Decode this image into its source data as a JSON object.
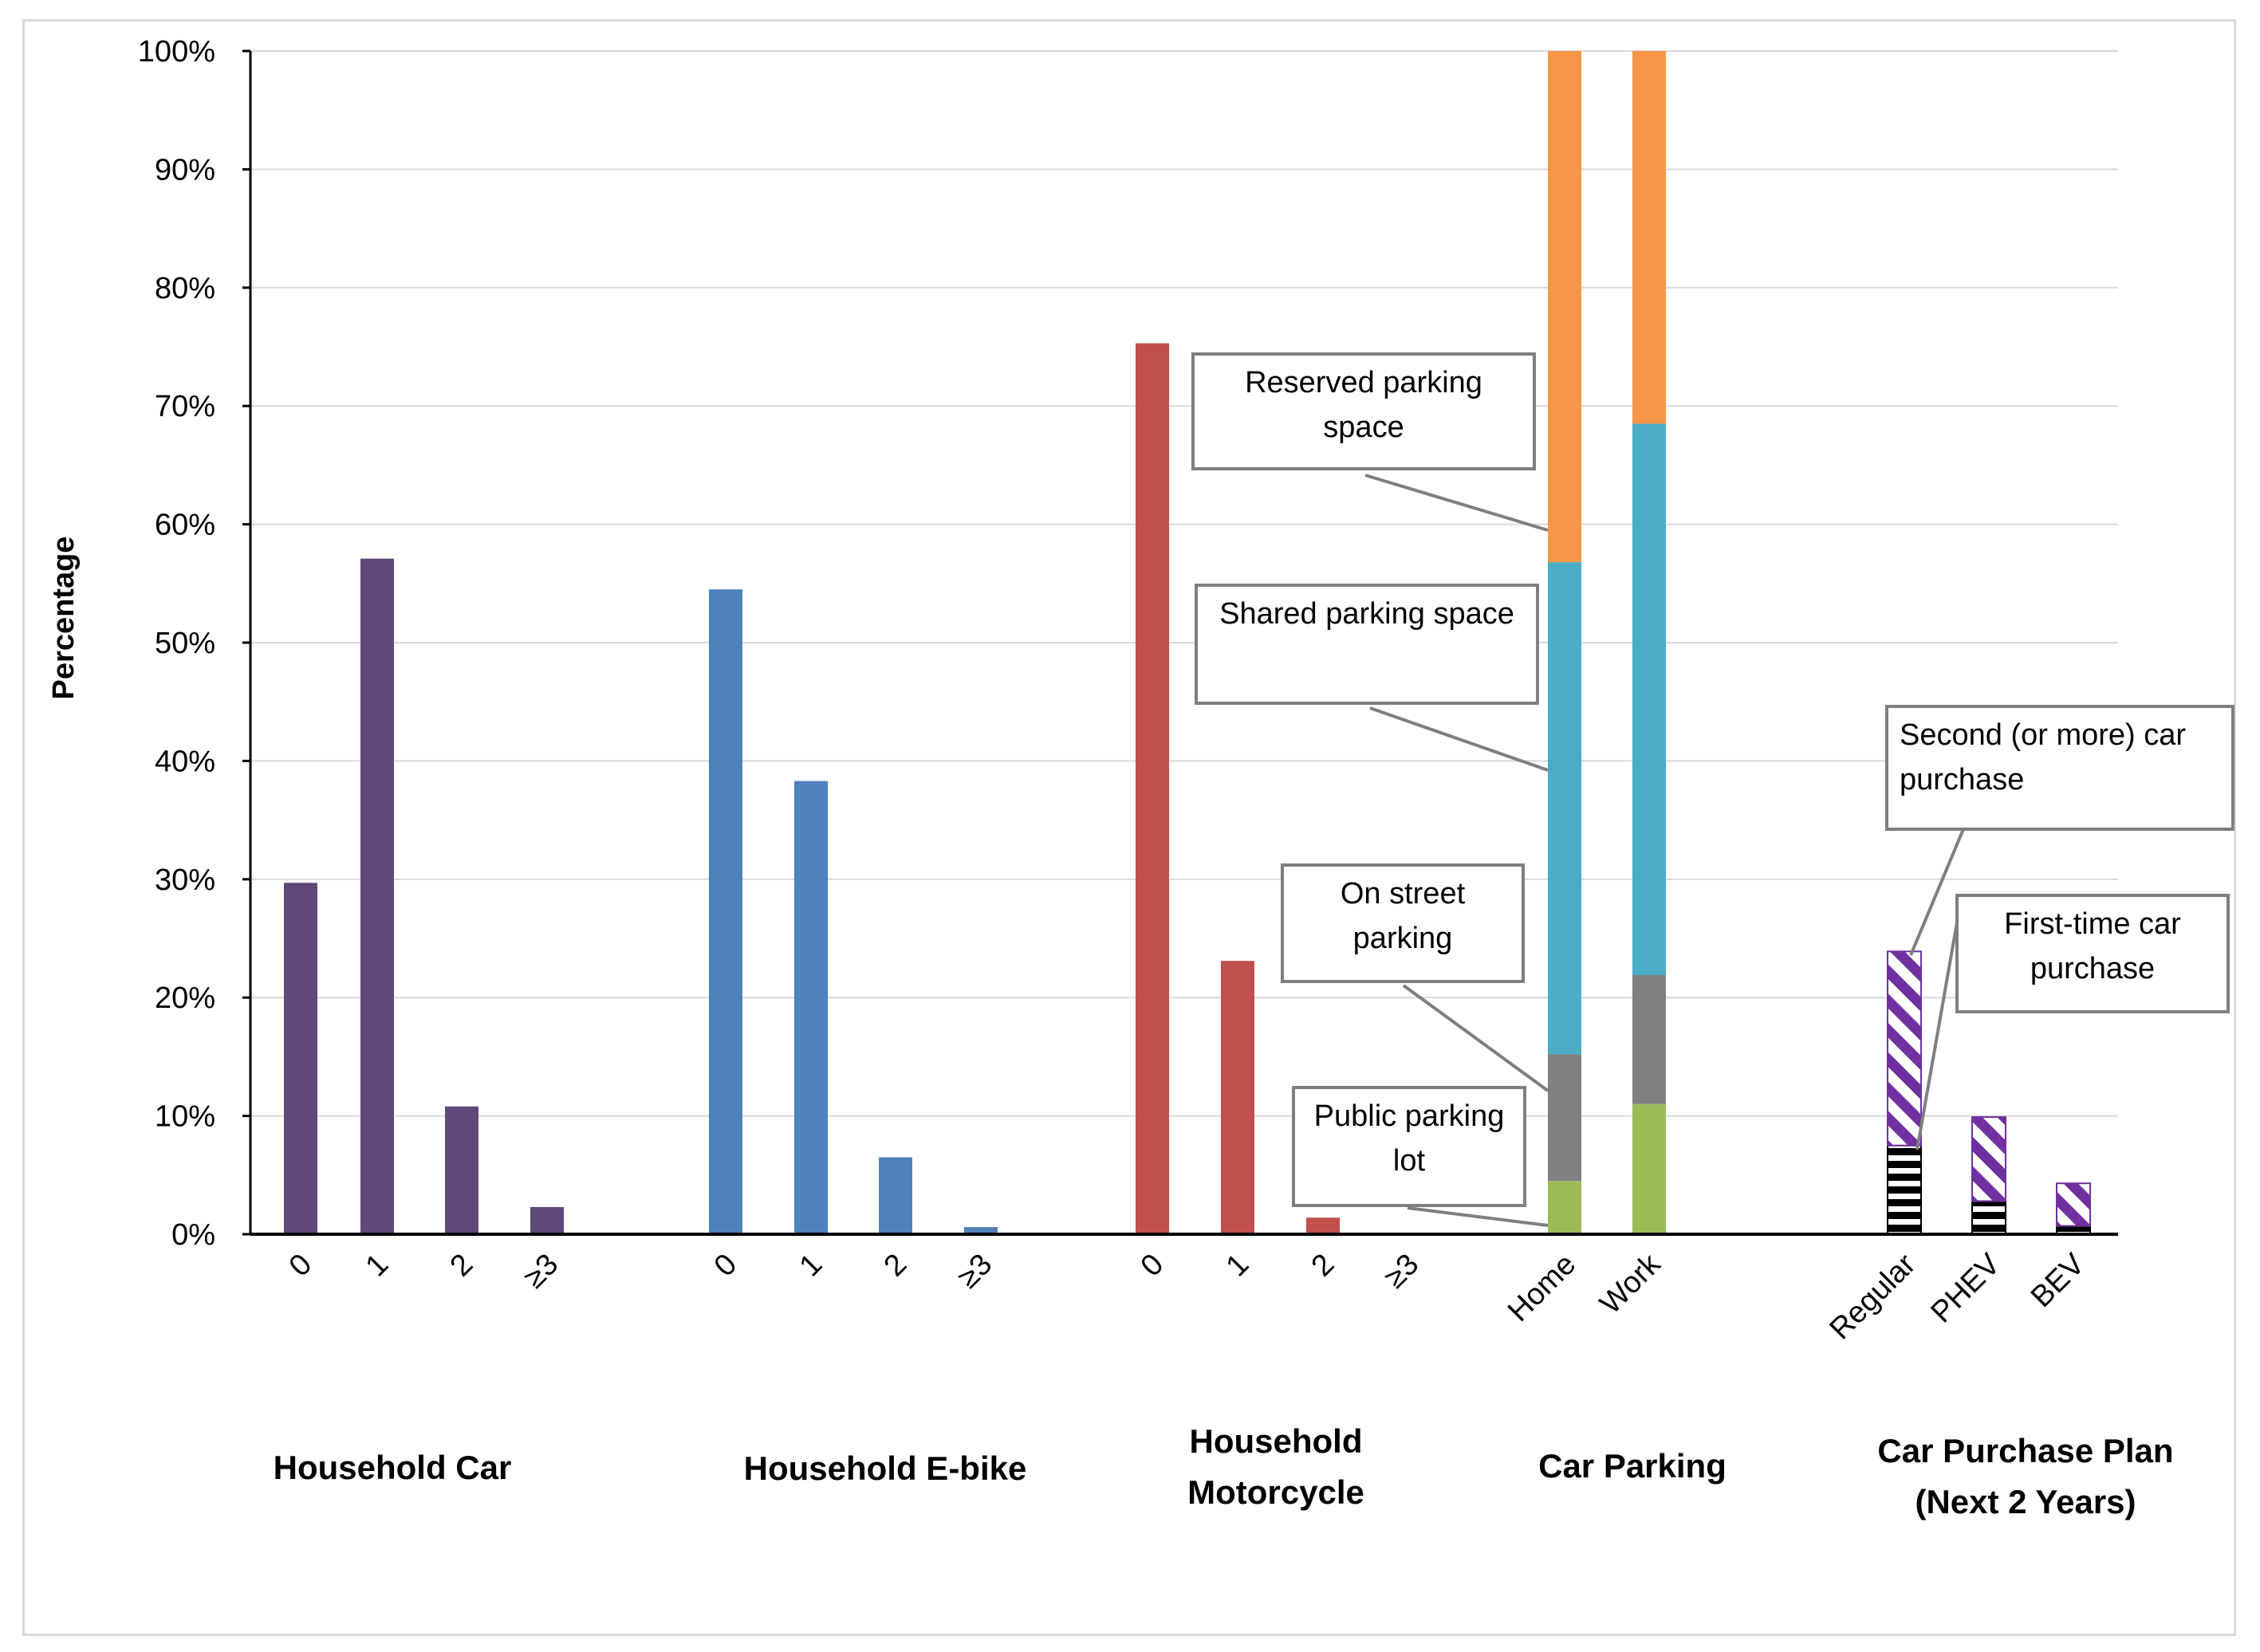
{
  "chart_data": {
    "type": "bar",
    "ylabel": "Percentage",
    "ylim": [
      0,
      100
    ],
    "yticks": [
      "0%",
      "10%",
      "20%",
      "30%",
      "40%",
      "50%",
      "60%",
      "70%",
      "80%",
      "90%",
      "100%"
    ],
    "grid": true,
    "groups": [
      {
        "name": "Household Car",
        "color": "#60497a",
        "categories": [
          "0",
          "1",
          "2",
          "≥3"
        ],
        "values": [
          29.7,
          57.1,
          10.8,
          2.3
        ]
      },
      {
        "name": "Household E-bike",
        "color": "#4f81bd",
        "categories": [
          "0",
          "1",
          "2",
          "≥3"
        ],
        "values": [
          54.5,
          38.3,
          6.5,
          0.6
        ]
      },
      {
        "name": "Household\nMotorcycle",
        "color": "#c0504d",
        "categories": [
          "0",
          "1",
          "2",
          "≥3"
        ],
        "values": [
          75.3,
          23.1,
          1.4,
          0.0
        ]
      }
    ],
    "stacked_groups": [
      {
        "name": "Car Parking",
        "categories": [
          "Home",
          "Work"
        ],
        "series": [
          {
            "name": "Public parking lot",
            "color": "#9bbb59",
            "pattern": "solid",
            "values": [
              4.5,
              11.0
            ]
          },
          {
            "name": "On street parking",
            "color": "#808080",
            "pattern": "solid",
            "values": [
              10.7,
              10.9
            ]
          },
          {
            "name": "Shared parking space",
            "color": "#4bacc6",
            "pattern": "solid",
            "values": [
              41.6,
              46.6
            ]
          },
          {
            "name": "Reserved parking space",
            "color": "#f79646",
            "pattern": "solid",
            "values": [
              43.2,
              31.5
            ]
          }
        ]
      },
      {
        "name": "Car Purchase Plan\n(Next 2 Years)",
        "categories": [
          "Regular",
          "PHEV",
          "BEV"
        ],
        "series": [
          {
            "name": "First-time car purchase",
            "color": "#000000",
            "pattern": "horizontal-stripes",
            "values": [
              7.5,
              2.8,
              0.7
            ]
          },
          {
            "name": "Second (or more) car purchase",
            "color": "#7030a0",
            "pattern": "diagonal-stripes",
            "values": [
              16.4,
              7.1,
              3.6
            ]
          }
        ]
      }
    ],
    "callouts": [
      {
        "text": [
          "Reserved parking",
          "space"
        ]
      },
      {
        "text": [
          "Shared parking space"
        ]
      },
      {
        "text": [
          "On street",
          "parking"
        ]
      },
      {
        "text": [
          "Public parking",
          "lot"
        ]
      },
      {
        "text": [
          "Second (or more) car",
          "purchase"
        ]
      },
      {
        "text": [
          "First-time car",
          "purchase"
        ]
      }
    ]
  }
}
